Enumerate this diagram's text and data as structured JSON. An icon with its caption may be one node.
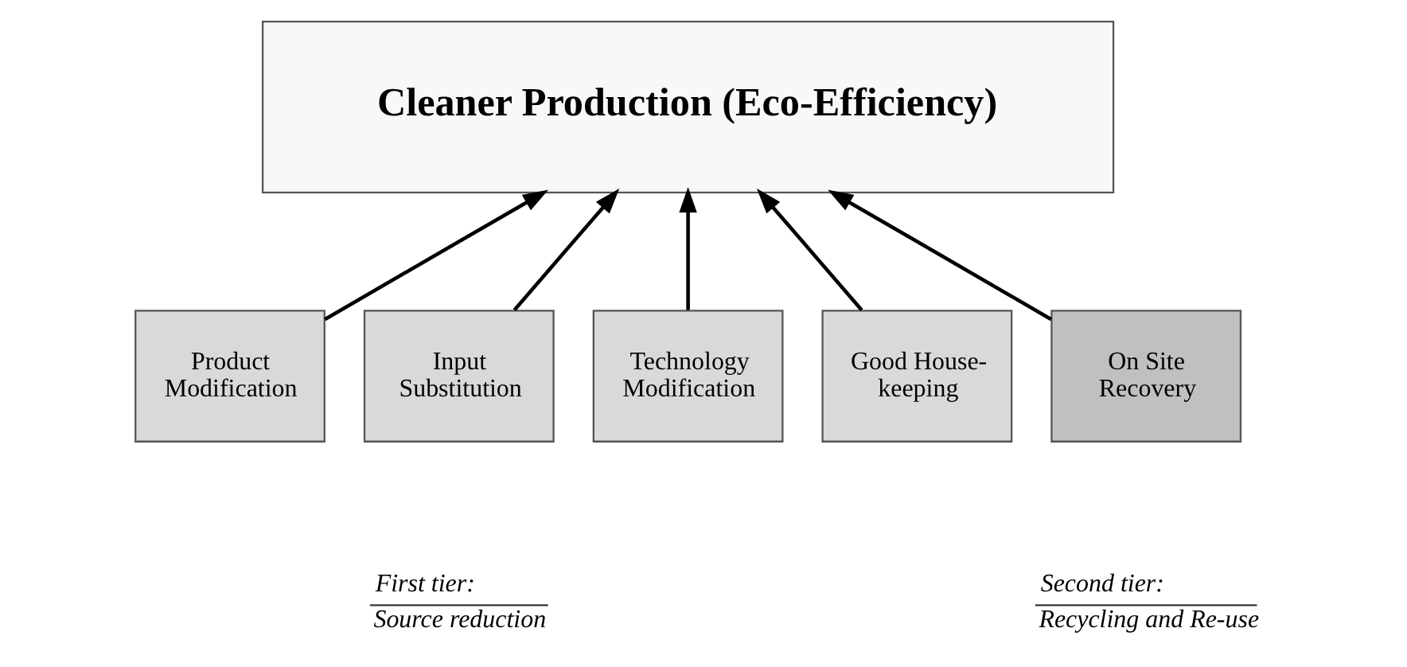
{
  "diagram": {
    "nodes": [
      {
        "text": [
          "Cleaner Production (Eco-Efficiency)"
        ]
      },
      {
        "text": [
          "Product Modification"
        ]
      },
      {
        "text": [
          "Input Substitution"
        ]
      },
      {
        "text": [
          "Technology Modification"
        ]
      },
      {
        "text": [
          "Good House- keeping"
        ]
      },
      {
        "text": [
          "On Site Recovery"
        ]
      }
    ],
    "edges": [
      {
        "from": 1,
        "to": 0,
        "arrow": "to"
      },
      {
        "from": 2,
        "to": 0,
        "arrow": "to"
      },
      {
        "from": 3,
        "to": 0,
        "arrow": "to"
      },
      {
        "from": 4,
        "to": 0,
        "arrow": "to"
      },
      {
        "from": 5,
        "to": 0,
        "arrow": "to"
      }
    ],
    "labels": [
      "First tier:",
      "Source reduction",
      "Second tier:",
      "Recycling and Re-use"
    ]
  }
}
